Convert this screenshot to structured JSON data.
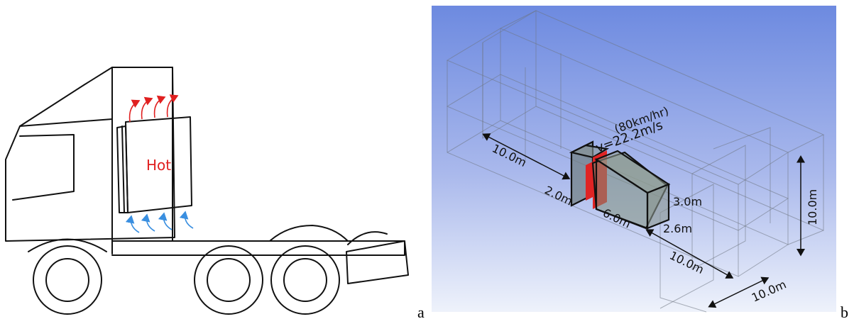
{
  "panel_a": {
    "letter": "a",
    "hot_label": "Hot",
    "colors": {
      "hot_text": "#e02020",
      "hot_air": "#e02020",
      "cool_air": "#3a8fe0",
      "outline": "#111111"
    }
  },
  "panel_b": {
    "letter": "b",
    "speed_kmh": "(80km/hr)",
    "speed_ms": "v=22.2m/s",
    "dim_upstream": "10.0m",
    "dim_gap": "2.0m",
    "dim_trailer_len": "6.0m",
    "dim_height": "3.0m",
    "dim_width": "2.6m",
    "dim_downstream": "10.0m",
    "dim_domain_height": "10.0m",
    "dim_domain_width": "10.0m",
    "colors": {
      "background_top": "#6d8ae0",
      "background_bottom": "#eef2fb",
      "heat_band": "#e02424",
      "body_fill": "#7c8a8a"
    }
  }
}
